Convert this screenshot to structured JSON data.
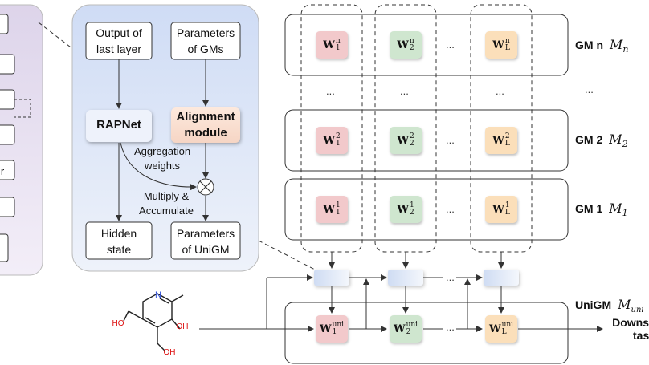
{
  "panel": {
    "output_last_layer": [
      "Output of",
      "last layer"
    ],
    "parameters_gms": [
      "Parameters",
      "of GMs"
    ],
    "rapnet": "RAPNet",
    "alignment_module": [
      "Alignment",
      "module"
    ],
    "aggregation_weights": [
      "Aggregation",
      "weights"
    ],
    "multiply_accumulate": [
      "Multiply &",
      "Accumulate"
    ],
    "hidden_state": [
      "Hidden",
      "state"
    ],
    "parameters_unigm": [
      "Parameters",
      "of UniGM"
    ],
    "left_sidebar_letter": "r"
  },
  "grid": {
    "row_labels": {
      "gm_n": "GM n",
      "gm_2": "GM 2",
      "gm_1": "GM 1",
      "unigm": "UniGM"
    },
    "row_symbols": {
      "gm_n": "M",
      "gm_n_sub": "n",
      "gm_2": "M",
      "gm_2_sub": "2",
      "gm_1": "M",
      "gm_1_sub": "1",
      "unigm": "M",
      "unigm_sub": "uni"
    },
    "cells": {
      "w": "W",
      "sub1": "1",
      "sub2": "2",
      "subL": "L",
      "sup_n": "n",
      "sup_2": "2",
      "sup_1": "1",
      "sup_uni": "uni"
    },
    "ellipsis": "...",
    "downstream": [
      "Downs",
      "tas"
    ]
  },
  "colors": {
    "panel_bg": "#dbe7f8",
    "sidebar_bg": "#e9e2f1",
    "red_cell": "#f2c9cb",
    "green_cell": "#cfe6cf",
    "peach_cell": "#fbdfba",
    "align_box_bg": "#f9dfd2",
    "adapter_bg": "#dae6f7"
  }
}
